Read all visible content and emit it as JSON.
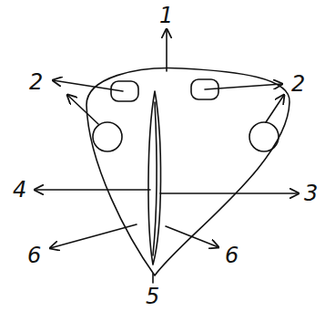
{
  "diagram": {
    "labels": [
      "1",
      "2",
      "2",
      "4",
      "3",
      "6",
      "6",
      "5"
    ]
  }
}
